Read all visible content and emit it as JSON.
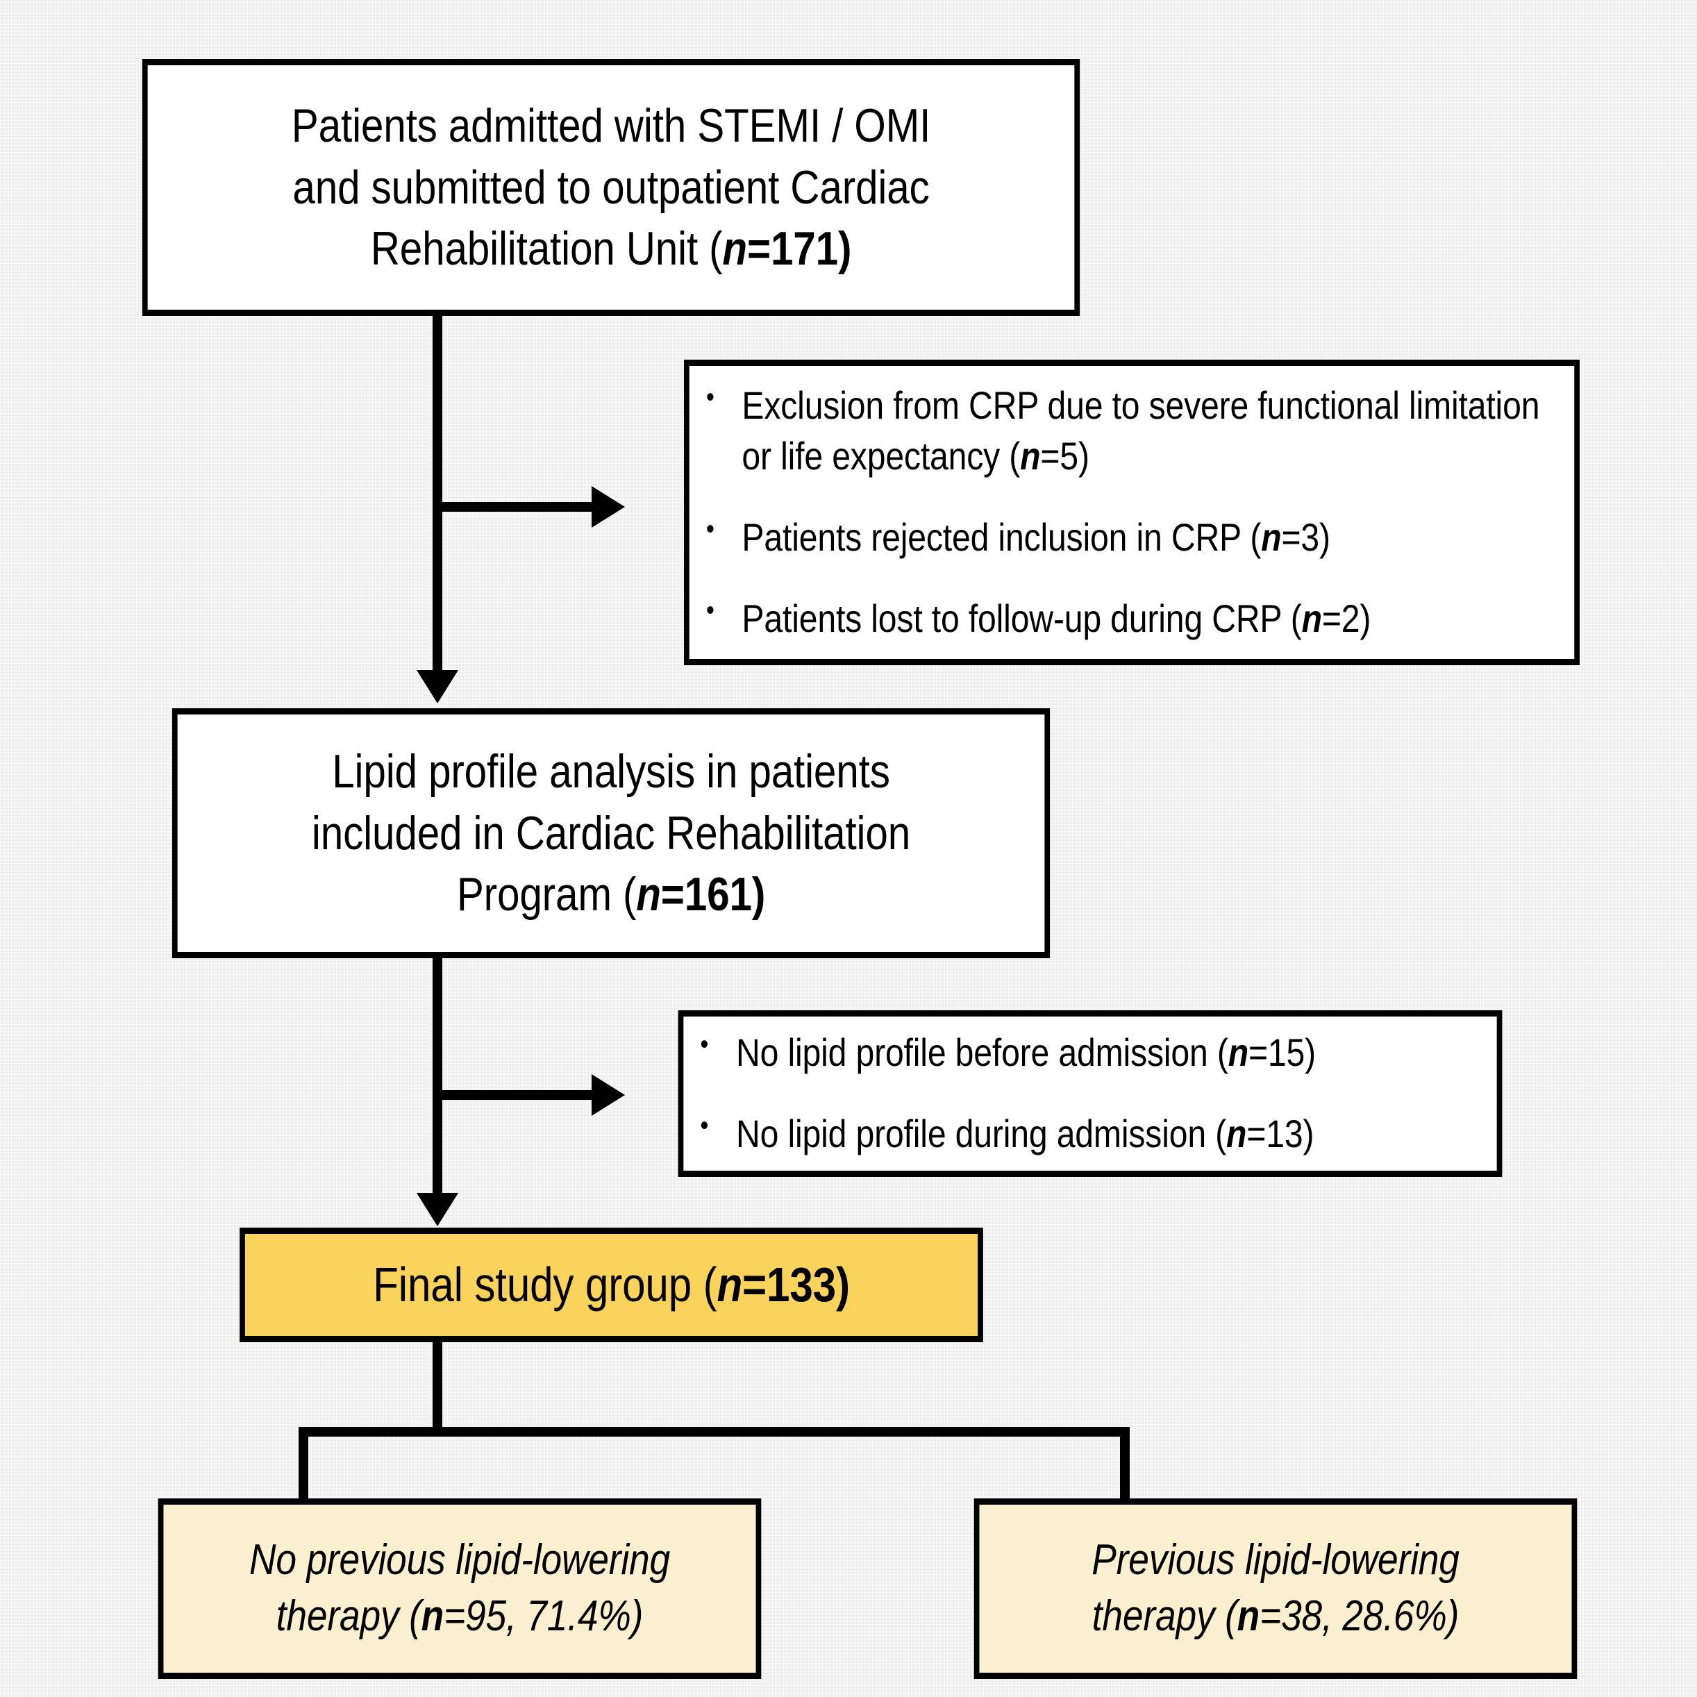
{
  "diagram": {
    "title": "Study flow diagram",
    "background_color": "#EFEFEF",
    "accent_gold": "#FAD35C",
    "accent_cream": "#FAF0D0",
    "line_color": "#000000"
  },
  "nodes": {
    "enrolled": {
      "line1": "Patients admitted with STEMI / OMI",
      "line2": "and submitted to outpatient Cardiac",
      "line3_pre": "Rehabilitation Unit (",
      "line3_n": "n",
      "line3_post": "=171)"
    },
    "exclusions_1": {
      "items": [
        {
          "text_pre": "Exclusion from CRP due to severe functional limitation or life expectancy (",
          "n": "n",
          "text_post": "=5)"
        },
        {
          "text_pre": "Patients rejected inclusion in CRP (",
          "n": "n",
          "text_post": "=3)"
        },
        {
          "text_pre": "Patients lost to follow-up during CRP (",
          "n": "n",
          "text_post": "=2)"
        }
      ]
    },
    "analysed": {
      "line1": "Lipid profile analysis in patients",
      "line2": "included in Cardiac Rehabilitation",
      "line3_pre": "Program (",
      "line3_n": "n",
      "line3_post": "=161)"
    },
    "exclusions_2": {
      "items": [
        {
          "text_pre": "No lipid profile before admission (",
          "n": "n",
          "text_post": "=15)"
        },
        {
          "text_pre": "No lipid profile during admission (",
          "n": "n",
          "text_post": "=13)"
        }
      ]
    },
    "final_group": {
      "text_pre": "Final study group (",
      "n": "n",
      "text_post": "=133)"
    },
    "arm_no_therapy": {
      "line1": "No previous lipid-lowering",
      "line2_pre": "therapy (",
      "line2_n": "n",
      "line2_post": "=95, 71.4%)"
    },
    "arm_previous_therapy": {
      "line1": "Previous lipid-lowering",
      "line2_pre": "therapy (",
      "line2_n": "n",
      "line2_post": "=38, 28.6%)"
    }
  },
  "chart_data": {
    "type": "flowchart",
    "title": "Patient selection flow (CONSORT-style)",
    "steps": [
      {
        "id": "enrolled",
        "label": "Patients admitted with STEMI / OMI and submitted to outpatient Cardiac Rehabilitation Unit",
        "n": 171
      },
      {
        "id": "analysed",
        "label": "Lipid profile analysis in patients included in Cardiac Rehabilitation Program",
        "n": 161
      },
      {
        "id": "final_group",
        "label": "Final study group",
        "n": 133
      }
    ],
    "exclusions": [
      {
        "after": "enrolled",
        "label": "Exclusion from CRP due to severe functional limitation or life expectancy",
        "n": 5
      },
      {
        "after": "enrolled",
        "label": "Patients rejected inclusion in CRP",
        "n": 3
      },
      {
        "after": "enrolled",
        "label": "Patients lost to follow-up during CRP",
        "n": 2
      },
      {
        "after": "analysed",
        "label": "No lipid profile before admission",
        "n": 15
      },
      {
        "after": "analysed",
        "label": "No lipid profile during admission",
        "n": 13
      }
    ],
    "branches": [
      {
        "from": "final_group",
        "label": "No previous lipid-lowering therapy",
        "n": 95,
        "percent": 71.4
      },
      {
        "from": "final_group",
        "label": "Previous lipid-lowering therapy",
        "n": 38,
        "percent": 28.6
      }
    ]
  }
}
